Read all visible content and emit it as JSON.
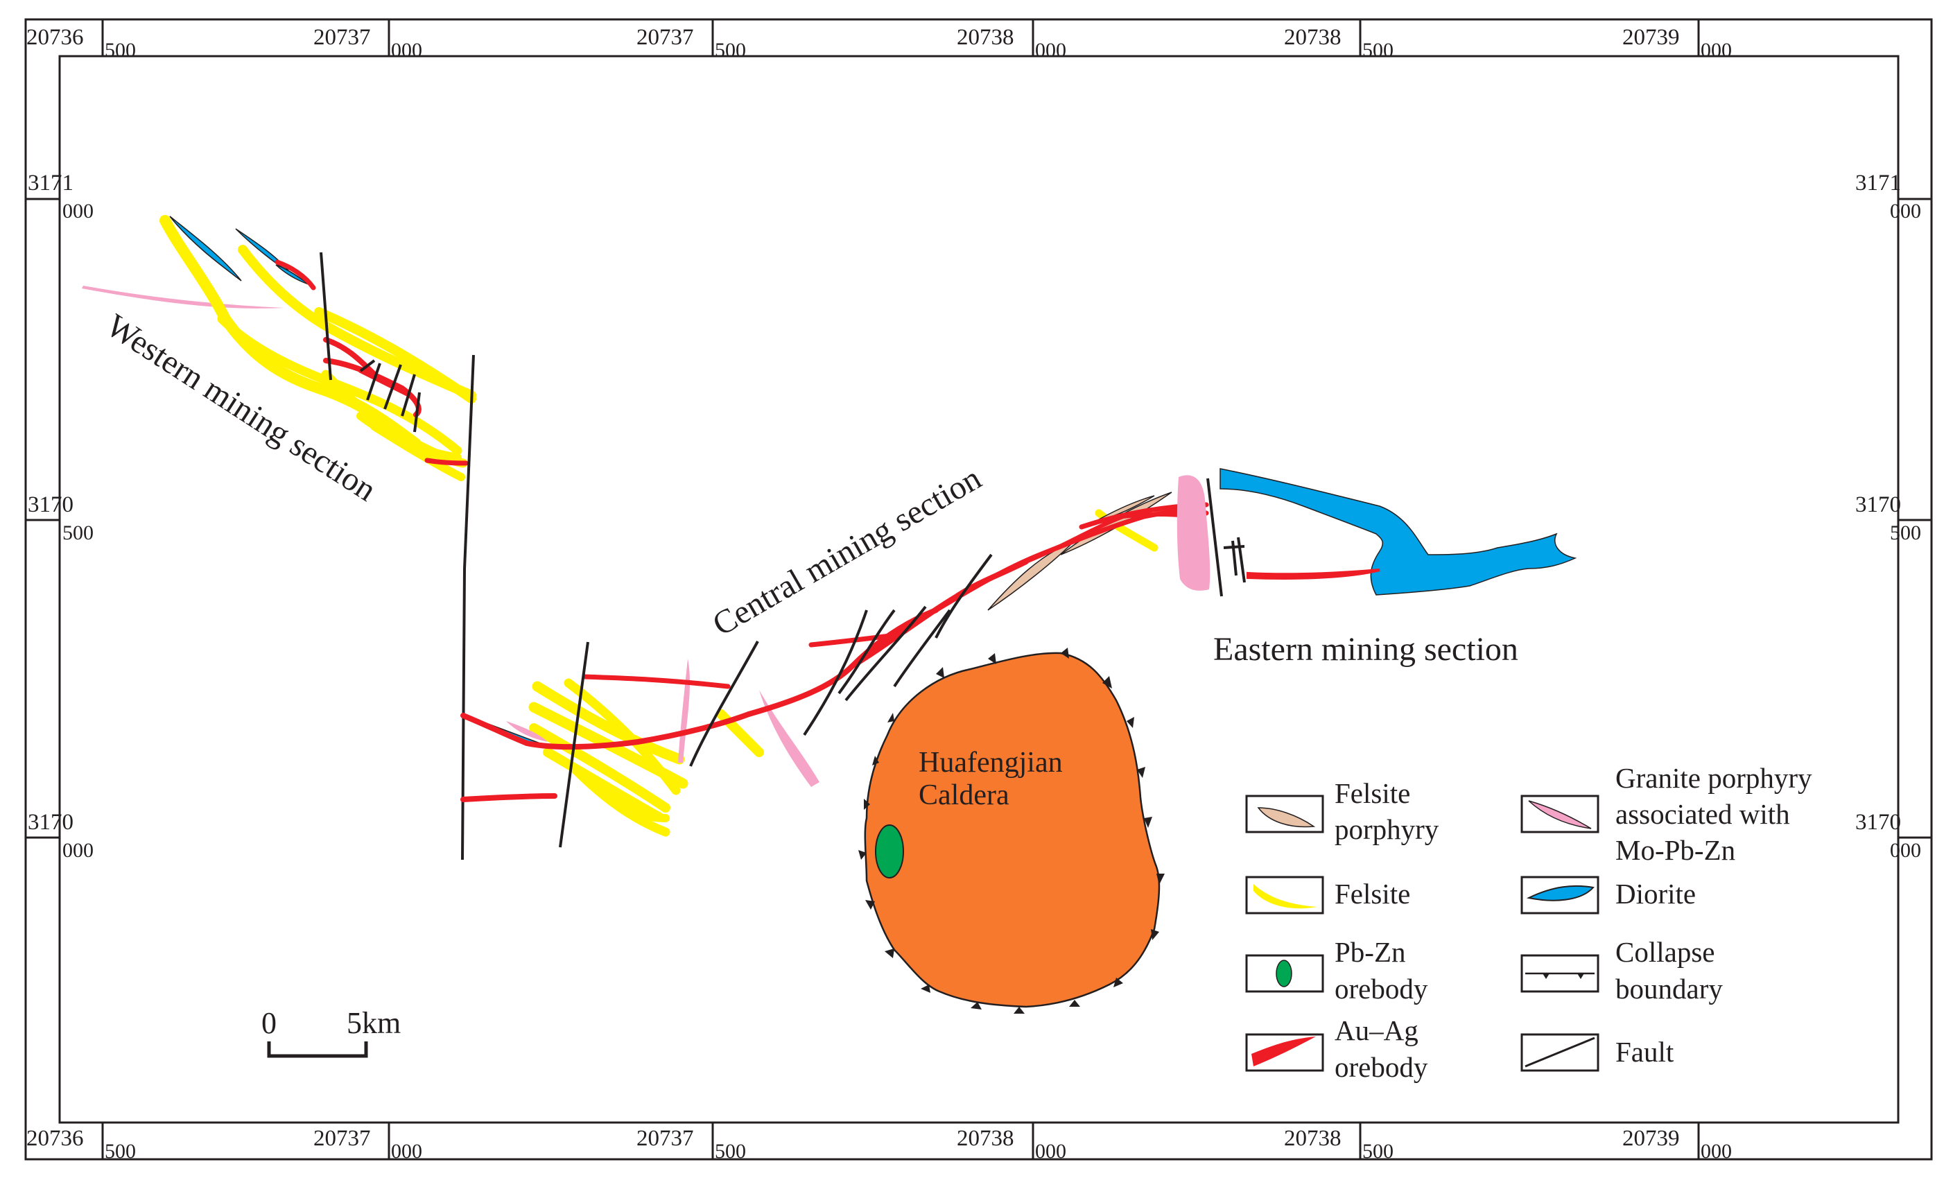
{
  "map": {
    "section_labels": {
      "western": "Western mining section",
      "central": "Central mining section",
      "eastern": "Eastern mining section"
    },
    "caldera_label": [
      "Huafengjian",
      "Caldera"
    ],
    "scale_bar": {
      "start": "0",
      "end": "5km"
    },
    "x_coordinates": [
      {
        "major": "20736",
        "minor": "500"
      },
      {
        "major": "20737",
        "minor": "000"
      },
      {
        "major": "20737",
        "minor": "500"
      },
      {
        "major": "20738",
        "minor": "000"
      },
      {
        "major": "20738",
        "minor": "500"
      },
      {
        "major": "20739",
        "minor": "000"
      }
    ],
    "y_coordinates": [
      {
        "major": "3171",
        "minor": "000"
      },
      {
        "major": "3170",
        "minor": "500"
      },
      {
        "major": "3170",
        "minor": "000"
      }
    ],
    "right_y_coordinates": [
      {
        "major": "3171",
        "minor": "000"
      },
      {
        "major": "3170",
        "minor": "500"
      },
      {
        "major": "3170",
        "minor": "000"
      }
    ],
    "legend": [
      {
        "symbol": "felsite-porphyry",
        "lines": [
          "Felsite",
          "porphyry"
        ],
        "color": "#e8c3a8"
      },
      {
        "symbol": "granite-porphyry",
        "lines": [
          "Granite porphyry",
          "associated with",
          "Mo-Pb-Zn"
        ],
        "color": "#f5a3c7"
      },
      {
        "symbol": "felsite",
        "lines": [
          "Felsite"
        ],
        "color": "#fff200"
      },
      {
        "symbol": "diorite",
        "lines": [
          "Diorite"
        ],
        "color": "#00a2e8"
      },
      {
        "symbol": "pb-zn-orebody",
        "lines": [
          "Pb-Zn",
          "orebody"
        ],
        "color": "#00a651"
      },
      {
        "symbol": "collapse-boundary",
        "lines": [
          "Collapse",
          "boundary"
        ],
        "color": "#231f20"
      },
      {
        "symbol": "au-ag-orebody",
        "lines": [
          "Au–Ag",
          "orebody"
        ],
        "color": "#ee1c25"
      },
      {
        "symbol": "fault",
        "lines": [
          "Fault"
        ],
        "color": "#231f20"
      }
    ],
    "colors": {
      "caldera": "#f7792d",
      "au_ag": "#ee1c25",
      "felsite": "#fff200",
      "felsite_porphyry": "#e8c3a8",
      "granite_porphyry": "#f5a3c7",
      "diorite": "#00a2e8",
      "pb_zn": "#00a651",
      "line": "#231f20"
    }
  }
}
